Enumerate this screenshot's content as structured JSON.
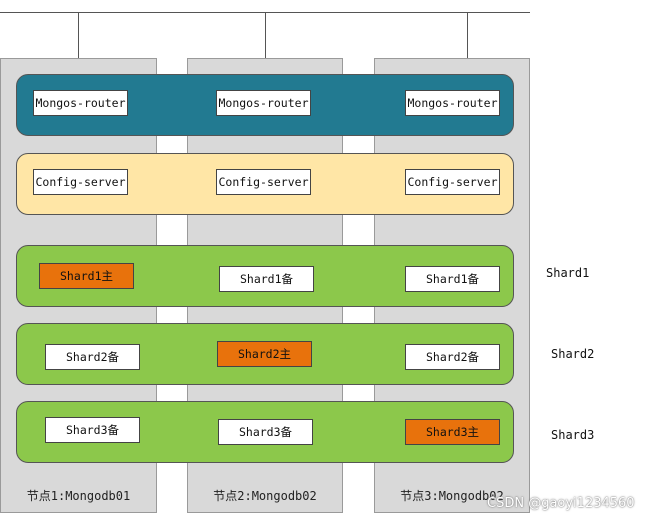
{
  "nodes": [
    {
      "label": "节点1:Mongodb01"
    },
    {
      "label": "节点2:Mongodb02"
    },
    {
      "label": "节点3:Mongodb02"
    }
  ],
  "router_row": [
    "Mongos-router",
    "Mongos-router",
    "Mongos-router"
  ],
  "config_row": [
    "Config-server",
    "Config-server",
    "Config-server"
  ],
  "shards": [
    {
      "name": "Shard1",
      "members": [
        "Shard1主",
        "Shard1备",
        "Shard1备"
      ],
      "primary_index": 0
    },
    {
      "name": "Shard2",
      "members": [
        "Shard2备",
        "Shard2主",
        "Shard2备"
      ],
      "primary_index": 1
    },
    {
      "name": "Shard3",
      "members": [
        "Shard3备",
        "Shard3备",
        "Shard3主"
      ],
      "primary_index": 2
    }
  ],
  "colors": {
    "router_band": "#227a91",
    "config_band": "#ffe6a6",
    "shard_band": "#8cc84b",
    "primary_member": "#e8720c",
    "node_column": "#d9d9d9"
  },
  "watermark": "CSDN @gaoyi1234560"
}
